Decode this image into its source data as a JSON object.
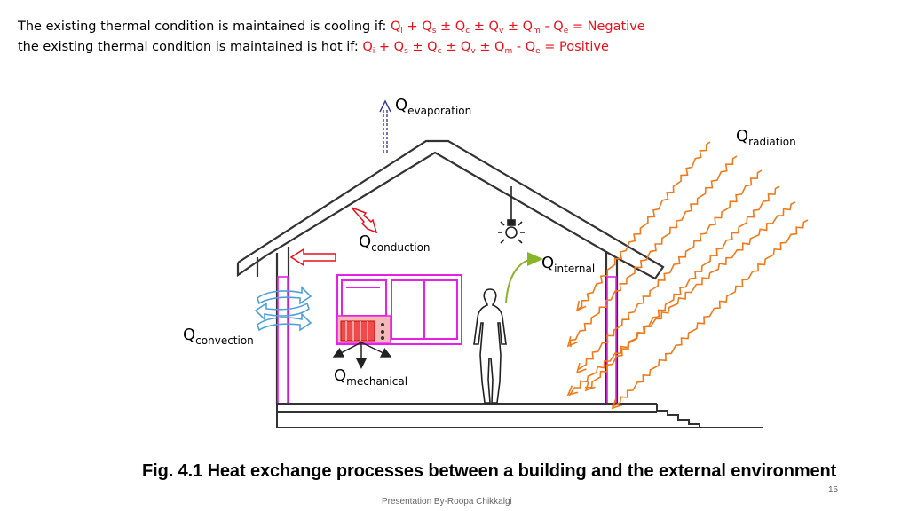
{
  "equations": {
    "line1": {
      "prefix": "The existing thermal condition is maintained is cooling if: ",
      "terms": [
        {
          "q": "Q",
          "s": "i",
          "op": " + "
        },
        {
          "q": "Q",
          "s": "s",
          "op": " ± "
        },
        {
          "q": "Q",
          "s": "c",
          "op": " ± "
        },
        {
          "q": "Q",
          "s": "v",
          "op": " ± "
        },
        {
          "q": "Q",
          "s": "m",
          "op": " - "
        },
        {
          "q": "Q",
          "s": "e",
          "op": " = Negative"
        }
      ]
    },
    "line2": {
      "prefix": "the existing thermal condition is maintained is hot if: ",
      "terms": [
        {
          "q": "Q",
          "s": "i",
          "op": " + "
        },
        {
          "q": "Q",
          "s": "s",
          "op": " ± "
        },
        {
          "q": "Q",
          "s": "c",
          "op": " ± "
        },
        {
          "q": "Q",
          "s": "v",
          "op": " ± "
        },
        {
          "q": "Q",
          "s": "m",
          "op": " - "
        },
        {
          "q": "Q",
          "s": "e",
          "op": " = Positive"
        }
      ]
    }
  },
  "diagram": {
    "labels": {
      "evaporation": {
        "q": "Q",
        "sub": "evaporation"
      },
      "radiation": {
        "q": "Q",
        "sub": "radiation"
      },
      "conduction": {
        "q": "Q",
        "sub": "conduction"
      },
      "internal": {
        "q": "Q",
        "sub": "internal"
      },
      "convection": {
        "q": "Q",
        "sub": "convection"
      },
      "mechanical": {
        "q": "Q",
        "sub": "mechanical"
      }
    },
    "caption": "Fig. 4.1 Heat exchange processes between a building and the external environment"
  },
  "colors": {
    "equation_text": "#e8101a",
    "conduction_arrow": "#e8101a",
    "radiation_waves": "#f07a1a",
    "convection_arrows": "#4fa0d8",
    "internal_arrow": "#8ab52a",
    "magenta_outline": "#e620e6"
  },
  "footer": {
    "page_number": "15",
    "credit": "Presentation By-Roopa Chikkalgi"
  }
}
